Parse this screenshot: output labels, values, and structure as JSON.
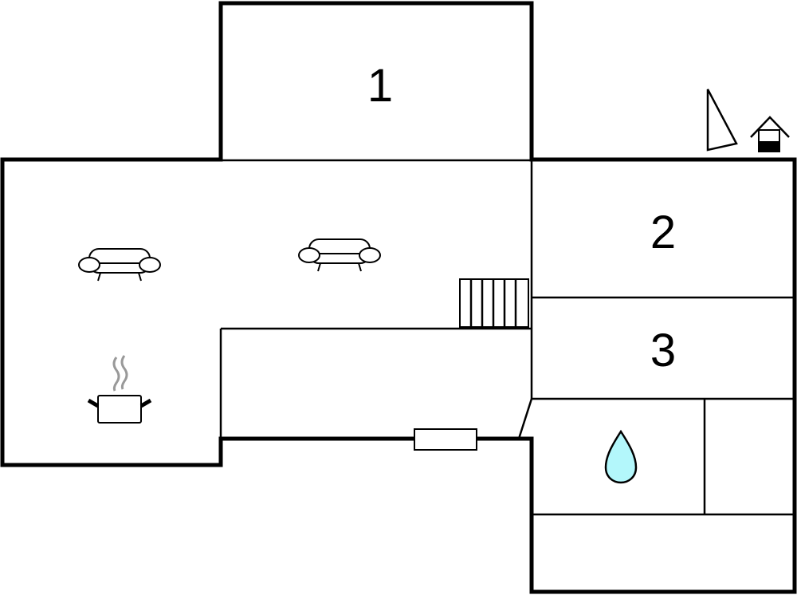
{
  "plan": {
    "rooms": [
      {
        "label": "1"
      },
      {
        "label": "2"
      },
      {
        "label": "3"
      }
    ],
    "icons": [
      "sofa-icon",
      "sofa-icon",
      "cooking-pot-icon",
      "water-drop-icon",
      "stairs-icon",
      "window-icon",
      "north-arrow-icon",
      "house-icon"
    ],
    "colors": {
      "wall": "#000000",
      "water": "#b3f7fb",
      "background": "#ffffff"
    }
  }
}
